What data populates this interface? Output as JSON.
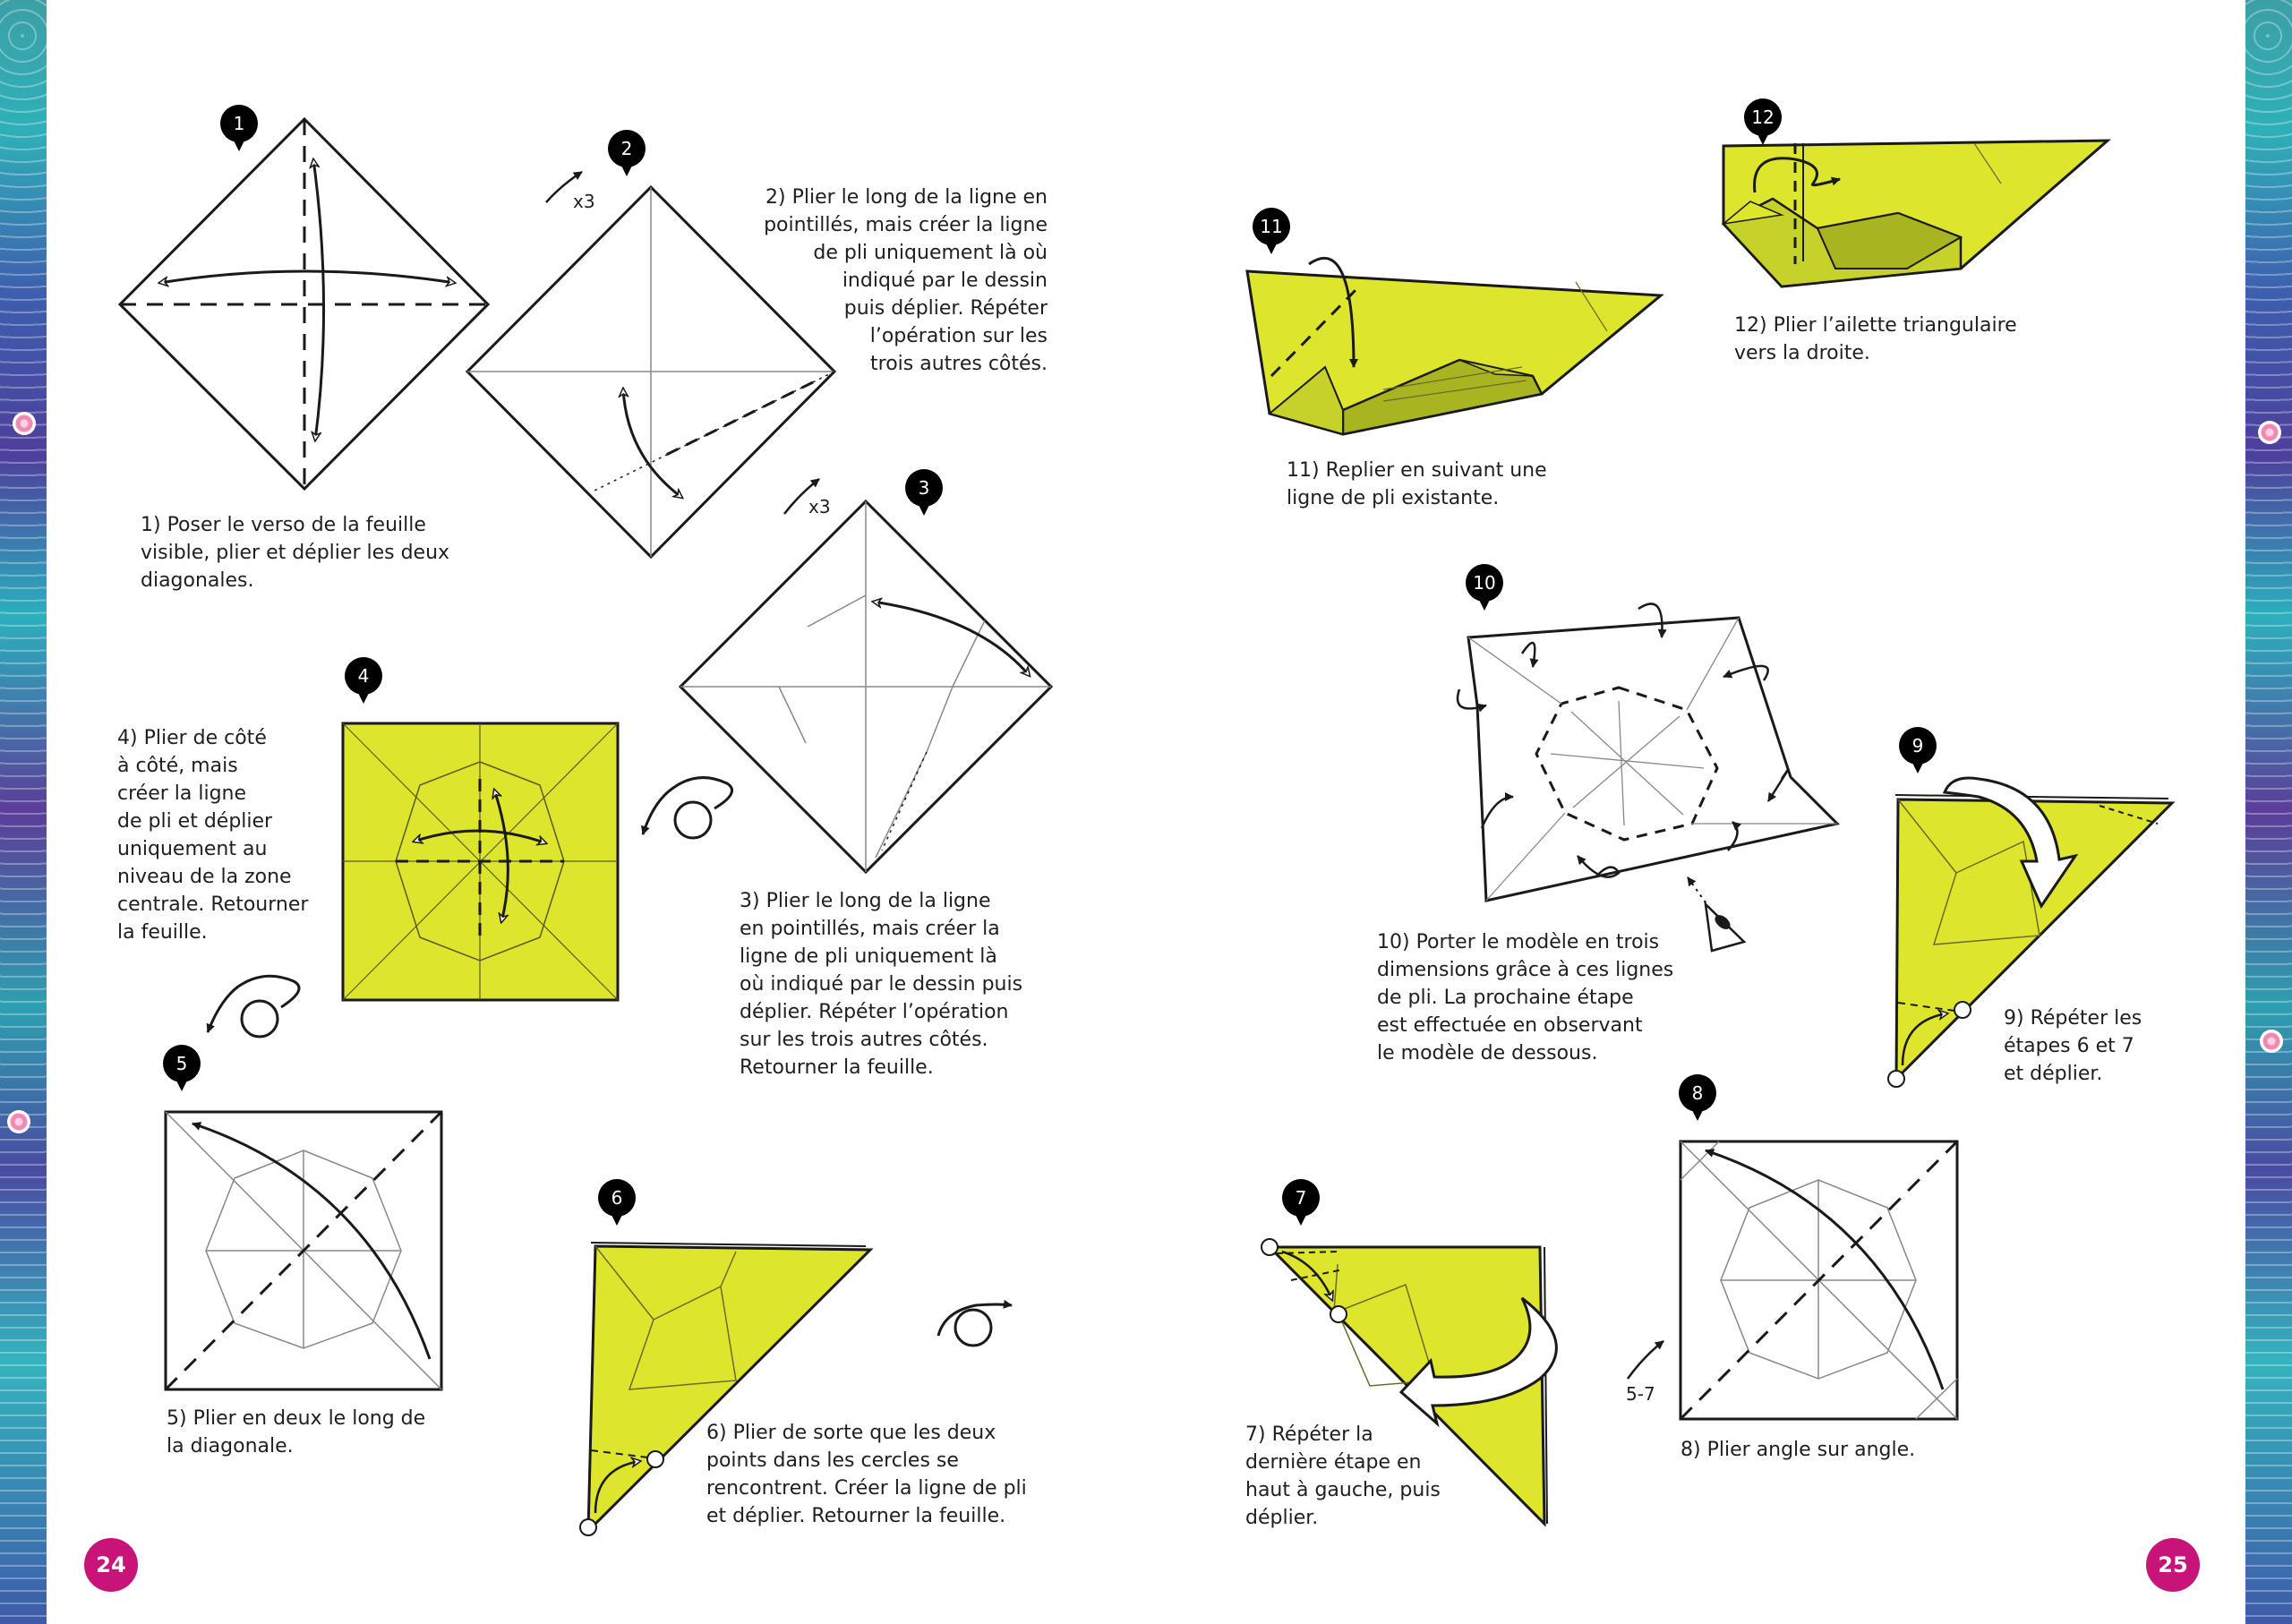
{
  "colors": {
    "paper_yellow": "#dde62d",
    "paper_yellow_dark": "#a8b520",
    "paper_yellow_mid": "#c6d12a",
    "accent_pink": "#c81478",
    "line": "#1a1a1a"
  },
  "icons": {
    "step_marker": "map-pin-icon",
    "turn_over": "turn-over-icon",
    "fold_repeat": "fold-arrow-icon",
    "view_from_below": "eye-icon"
  },
  "page_left": {
    "number": "24"
  },
  "page_right": {
    "number": "25"
  },
  "steps": {
    "s1": {
      "marker": "1",
      "text": "1) Poser le verso de la feuille\nvisible, plier et déplier les deux\ndiagonales."
    },
    "s2": {
      "marker": "2",
      "repeat": "x3",
      "text": "2) Plier le long de la ligne en\npointillés, mais créer la ligne\nde pli uniquement là où\nindiqué par le dessin\npuis déplier. Répéter\nl’opération sur les\ntrois autres côtés."
    },
    "s3": {
      "marker": "3",
      "repeat": "x3",
      "text": "3) Plier le long de la ligne\nen pointillés, mais créer la\nligne de pli uniquement là\noù indiqué par le dessin puis\ndéplier. Répéter l’opération\nsur les trois autres côtés.\nRetourner la feuille."
    },
    "s4": {
      "marker": "4",
      "text": "4) Plier de côté\nà côté, mais\ncréer la ligne\nde pli et déplier\nuniquement au\nniveau de la zone\ncentrale. Retourner\nla feuille."
    },
    "s5": {
      "marker": "5",
      "text": "5) Plier en deux le long de\nla diagonale."
    },
    "s6": {
      "marker": "6",
      "text": "6) Plier de sorte que les deux\npoints dans les cercles se\nrencontrent. Créer la ligne de pli\net déplier. Retourner la feuille."
    },
    "s7": {
      "marker": "7",
      "text": "7) Répéter la\ndernière étape en\nhaut à gauche, puis\ndéplier."
    },
    "s8": {
      "marker": "8",
      "repeat": "5-7",
      "text": "8) Plier angle sur angle."
    },
    "s9": {
      "marker": "9",
      "text": "9) Répéter les\nétapes 6 et 7\net déplier."
    },
    "s10": {
      "marker": "10",
      "text": "10) Porter le modèle en trois\ndimensions grâce à ces lignes\nde pli. La prochaine étape\nest effectuée en observant\nle modèle de dessous."
    },
    "s11": {
      "marker": "11",
      "text": "11) Replier en suivant une\nligne de pli existante."
    },
    "s12": {
      "marker": "12",
      "text": "12) Plier l’ailette triangulaire\nvers la droite."
    }
  }
}
